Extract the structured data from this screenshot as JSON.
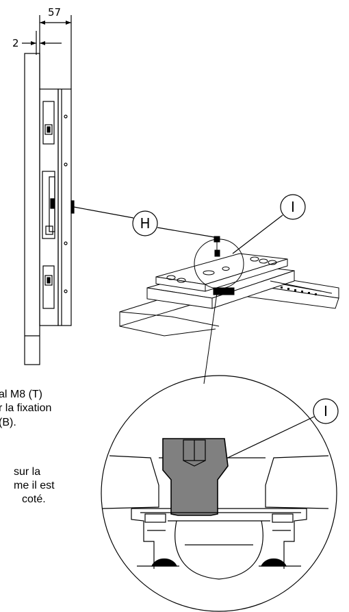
{
  "dimensions": {
    "overall": "57",
    "offset": "2"
  },
  "callouts": {
    "h": "H",
    "i_top": "I",
    "i_detail": "I"
  },
  "notes": {
    "note1": [
      "al M8 (T)",
      "r la fixation",
      "(B)."
    ],
    "note2": [
      "sur la",
      "me il est",
      "coté."
    ]
  },
  "colors": {
    "line": "#000000",
    "part_fill": "#808080",
    "seal_fill": "#000000"
  }
}
